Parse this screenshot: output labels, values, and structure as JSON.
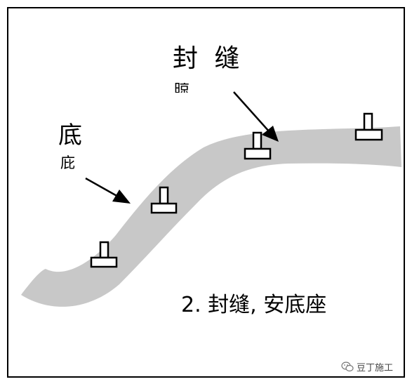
{
  "labels": {
    "seal_top": "封 缝",
    "seal_sub": "晾",
    "base_top": "底",
    "base_sub": "庇",
    "caption": "2. 封缝, 安底座"
  },
  "watermark": {
    "icon": "wechat-icon",
    "text": "豆丁施工"
  },
  "colors": {
    "band": "#c8c8c8",
    "line": "#000000",
    "background": "#ffffff"
  },
  "icons": {
    "base_seat": "base-seat-icon",
    "arrow": "arrow-icon"
  }
}
